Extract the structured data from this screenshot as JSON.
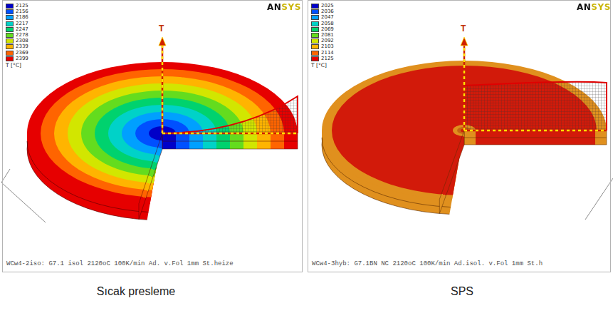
{
  "diagram": {
    "nodes": [
      {
        "text": [
          "WCw4-2iso: G7.1 isol 2120oC 100K/min Ad. v.Fol 1mm St.heize",
          "Sıcak presleme"
        ]
      },
      {
        "text": [
          "WCw4-3hyb: G7.1BN NC 2120oC 100K/min Ad.isol. v.Fol 1mm St.h",
          "SPS"
        ]
      }
    ],
    "labels": [
      "ANSYS",
      "T [°C]",
      "T",
      "ANSYS",
      "T [°C]",
      "T"
    ],
    "legend": [
      {
        "text": "2125",
        "color": "#0000c8"
      },
      {
        "text": "2156",
        "color": "#0050ff"
      },
      {
        "text": "2186",
        "color": "#00a0ff"
      },
      {
        "text": "2217",
        "color": "#00d2c8"
      },
      {
        "text": "2247",
        "color": "#00d26e"
      },
      {
        "text": "2278",
        "color": "#64dc1e"
      },
      {
        "text": "2308",
        "color": "#d2e600"
      },
      {
        "text": "2339",
        "color": "#ffb400"
      },
      {
        "text": "2369",
        "color": "#ff6400"
      },
      {
        "text": "2399",
        "color": "#e60000"
      },
      {
        "text": "2025",
        "color": "#0000c8"
      },
      {
        "text": "2036",
        "color": "#0050ff"
      },
      {
        "text": "2047",
        "color": "#00a0ff"
      },
      {
        "text": "2058",
        "color": "#00d2c8"
      },
      {
        "text": "2069",
        "color": "#00d26e"
      },
      {
        "text": "2081",
        "color": "#64dc1e"
      },
      {
        "text": "2092",
        "color": "#d2e600"
      },
      {
        "text": "2103",
        "color": "#ffb400"
      },
      {
        "text": "2114",
        "color": "#ff6400"
      },
      {
        "text": "2125",
        "color": "#e60000"
      }
    ]
  }
}
